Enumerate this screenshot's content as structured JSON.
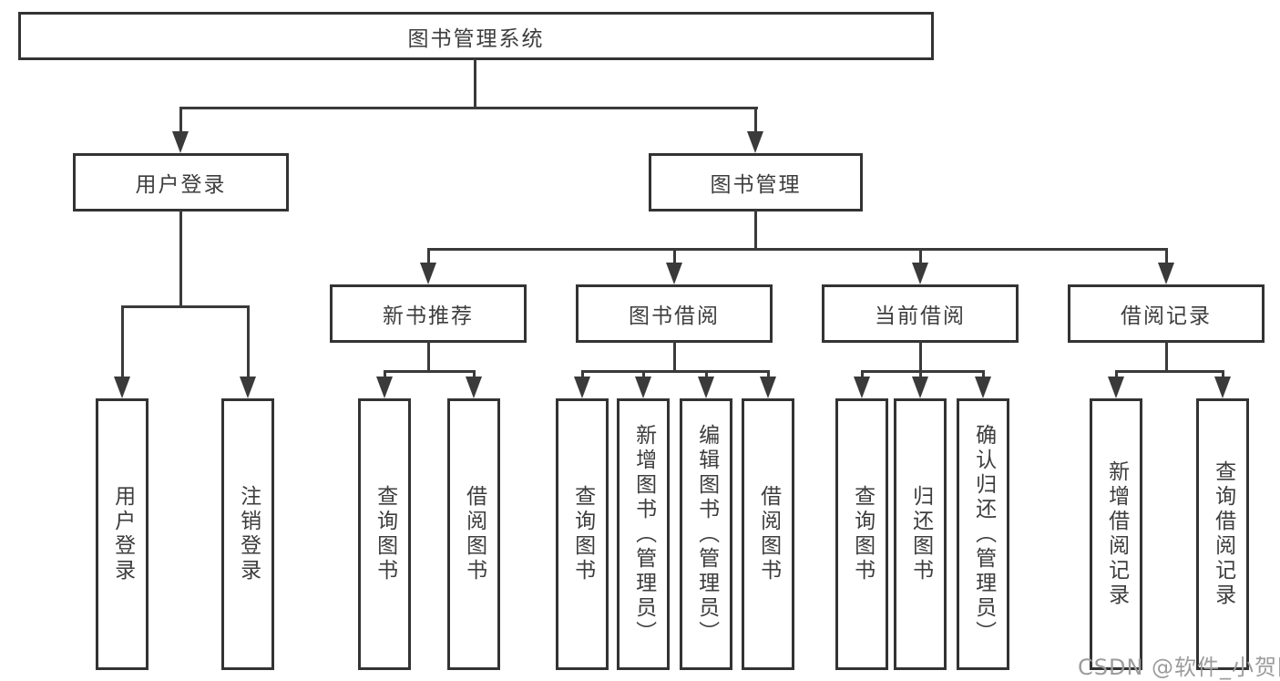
{
  "diagram_title": "图书管理系统",
  "tree": {
    "root": {
      "label": "图书管理系统",
      "children": [
        {
          "label": "用户登录",
          "children": [
            {
              "label": "用户登录"
            },
            {
              "label": "注销登录"
            }
          ]
        },
        {
          "label": "图书管理",
          "children": [
            {
              "label": "新书推荐",
              "children": [
                {
                  "label": "查询图书"
                },
                {
                  "label": "借阅图书"
                }
              ]
            },
            {
              "label": "图书借阅",
              "children": [
                {
                  "label": "查询图书"
                },
                {
                  "label": "新增图书（管理员）"
                },
                {
                  "label": "编辑图书（管理员）"
                },
                {
                  "label": "借阅图书"
                }
              ]
            },
            {
              "label": "当前借阅",
              "children": [
                {
                  "label": "查询图书"
                },
                {
                  "label": "归还图书"
                },
                {
                  "label": "确认归还（管理员）"
                }
              ]
            },
            {
              "label": "借阅记录",
              "children": [
                {
                  "label": "新增借阅记录"
                },
                {
                  "label": "查询借阅记录"
                }
              ]
            }
          ]
        }
      ]
    }
  },
  "watermark": "CSDN @软件_小贺同学",
  "colors": {
    "line": "#3a3a3a",
    "box_border": "#333333",
    "text": "#3d3d3d",
    "watermark": "#9c9c9c",
    "background": "#ffffff"
  }
}
